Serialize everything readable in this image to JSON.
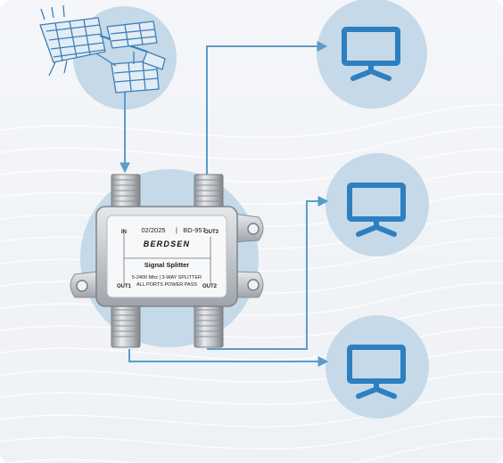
{
  "device": {
    "date_code": "02/2025",
    "separator": "|",
    "model": "BD-957",
    "brand": "BERDSEN",
    "title": "Signal Splitter",
    "spec_line1": "5-2400 Mhz  |  3-WAY SPLITTER",
    "spec_line2": "ALL PORTS POWER PASS",
    "port_in": "IN",
    "port_out1": "OUT1",
    "port_out2": "OUT2",
    "port_out3": "OUT3"
  },
  "colors": {
    "circle": "#c5d9e8",
    "line": "#5b9cc9",
    "icon": "#2d7fc0",
    "antenna": "#3d7fb8",
    "metal": "#c9ccd0"
  },
  "icons": {
    "antenna": "antenna-icon",
    "tv": "tv-icon"
  }
}
